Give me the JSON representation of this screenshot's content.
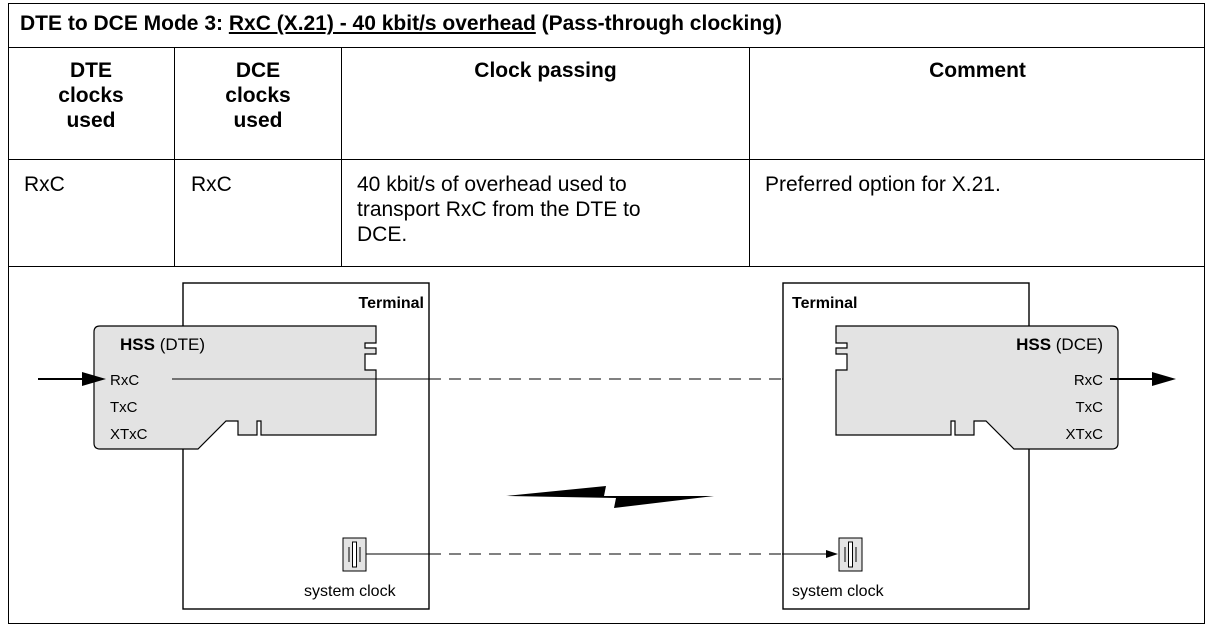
{
  "title": {
    "prefix": "DTE to DCE Mode 3: ",
    "link": "RxC (X.21) - 40 kbit/s overhead",
    "suffix": " (Pass-through clocking)"
  },
  "table": {
    "headers": {
      "dte_line1": "DTE",
      "dte_line2": "clocks",
      "dte_line3": "used",
      "dce_line1": "DCE",
      "dce_line2": "clocks",
      "dce_line3": "used",
      "clock_passing": "Clock passing",
      "comment": "Comment"
    },
    "row": {
      "dte": "RxC",
      "dce": "RxC",
      "clock_line1": "40 kbit/s of overhead used to",
      "clock_line2": "transport RxC from the DTE to",
      "clock_line3": "DCE.",
      "comment": "Preferred option for X.21."
    }
  },
  "diagram": {
    "left_terminal": "Terminal",
    "left_hss_bold": "HSS",
    "left_hss_rest": " (DTE)",
    "left_pins": [
      "RxC",
      "TxC",
      "XTxC"
    ],
    "left_clock": "system clock",
    "right_terminal": "Terminal",
    "right_hss_bold": "HSS",
    "right_hss_rest": " (DCE)",
    "right_pins": [
      "RxC",
      "TxC",
      "XTxC"
    ],
    "right_clock": "system clock"
  }
}
